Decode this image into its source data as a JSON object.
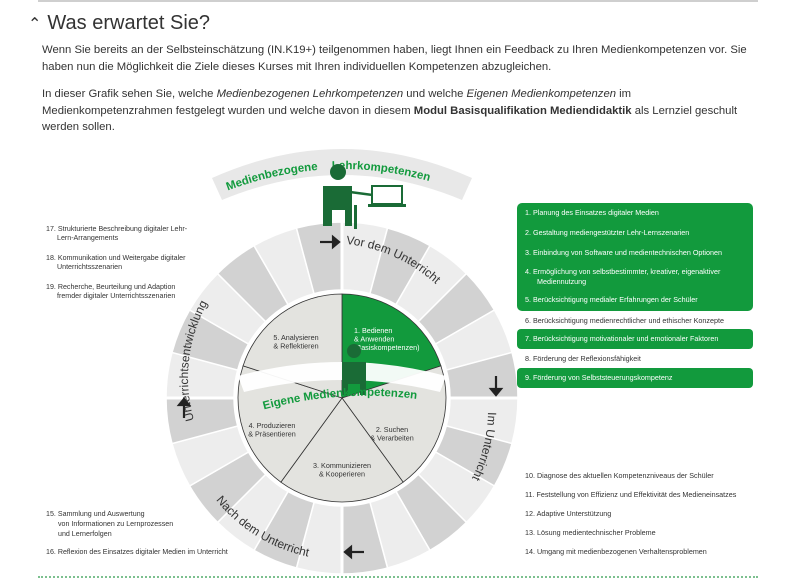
{
  "section": {
    "title": "Was erwartet Sie?",
    "toggle_icon": "chevron-up-icon"
  },
  "intro": {
    "p1": "Wenn Sie bereits an der Selbsteinschätzung (IN.K19+) teilgenommen haben, liegt Ihnen ein Feedback zu Ihren Medienkompetenzen vor. Sie haben nun die Möglichkeit die Ziele dieses Kurses mit Ihren individuellen Kompetenzen abzugleichen.",
    "p2_a": "In dieser Grafik sehen Sie, welche ",
    "p2_b": "Medienbezogenen Lehrkompetenzen",
    "p2_c": " und welche ",
    "p2_d": "Eigenen Medienkompetenzen",
    "p2_e": " im Medienkompetenzrahmen festgelegt wurden und welche davon in diesem ",
    "p2_f": "Modul Basisqualifikation Mediendidaktik",
    "p2_g": " als Lernziel geschult werden sollen."
  },
  "graphic": {
    "arc_title_1": "Medienbezogene",
    "arc_title_2": "Lehrkompetenzen",
    "inner_arc_title": "Eigene Medienkompetenzen",
    "ring_labels": {
      "top": "Vor dem Unterricht",
      "right": "Im Unterricht",
      "bottom": "Nach dem Unterricht",
      "left": "Unterrichtsentwicklung"
    },
    "inner_segments": [
      {
        "lines": [
          "1. Bedienen",
          "& Anwenden",
          "(Basiskompetenzen)"
        ],
        "active": true
      },
      {
        "lines": [
          "2. Suchen",
          "& Verarbeiten"
        ],
        "active": false
      },
      {
        "lines": [
          "3. Kommunizieren",
          "& Kooperieren"
        ],
        "active": false
      },
      {
        "lines": [
          "4. Produzieren",
          "& Präsentieren"
        ],
        "active": false
      },
      {
        "lines": [
          "5. Analysieren",
          "& Reflektieren"
        ],
        "active": false
      }
    ],
    "arrows": [
      "arrow-right-icon",
      "arrow-down-icon",
      "arrow-left-icon",
      "arrow-up-icon"
    ],
    "colors": {
      "green": "#129a3d",
      "ring_light": "#ededed",
      "ring_dark": "#d2d2d2",
      "inner_gray": "#e3e3df"
    }
  },
  "vor_items": [
    {
      "text": "1. Planung des Einsatzes digitaler Medien",
      "hl": true
    },
    {
      "text": "2. Gestaltung mediengestützter Lehr-Lernszenarien",
      "hl": true
    },
    {
      "text": "3. Einbindung von Software und medientechnischen Optionen",
      "hl": true
    },
    {
      "text": "4. Ermöglichung von selbstbestimmter, kreativer, eigenaktiver",
      "text2": "Mediennutzung",
      "hl": true
    },
    {
      "text": "5. Berücksichtigung medialer Erfahrungen der Schüler",
      "hl": true
    },
    {
      "text": "6. Berücksichtigung medienrechtlicher und ethischer Konzepte",
      "hl": false
    },
    {
      "text": "7. Berücksichtigung motivationaler und emotionaler Faktoren",
      "hl": true
    },
    {
      "text": "8. Förderung der Reflexionsfähigkeit",
      "hl": false
    },
    {
      "text": "9. Förderung von Selbststeuerungskompetenz",
      "hl": true
    }
  ],
  "im_items": [
    "10. Diagnose des aktuellen Kompetenzniveaus der Schüler",
    "11. Feststellung von Effizienz und Effektivität des Medieneinsatzes",
    "12. Adaptive Unterstützung",
    "13. Lösung medientechnischer Probleme",
    "14. Umgang mit medienbezogenen Verhaltensproblemen"
  ],
  "entw_items": [
    [
      "17. Strukturierte Beschreibung digitaler Lehr-",
      "Lern-Arrangements"
    ],
    [
      "18. Kommunikation und Weitergabe digitaler",
      "Unterrichtsszenarien"
    ],
    [
      "19. Recherche, Beurteilung und Adaption",
      "fremder digitaler Unterrichtsszenarien"
    ]
  ],
  "nach_items": [
    [
      "15. Sammlung und Auswertung",
      "von Informationen zu Lernprozessen",
      "und Lernerfolgen"
    ],
    [
      "16. Reflexion des Einsatzes digitaler Medien im Unterricht"
    ]
  ]
}
